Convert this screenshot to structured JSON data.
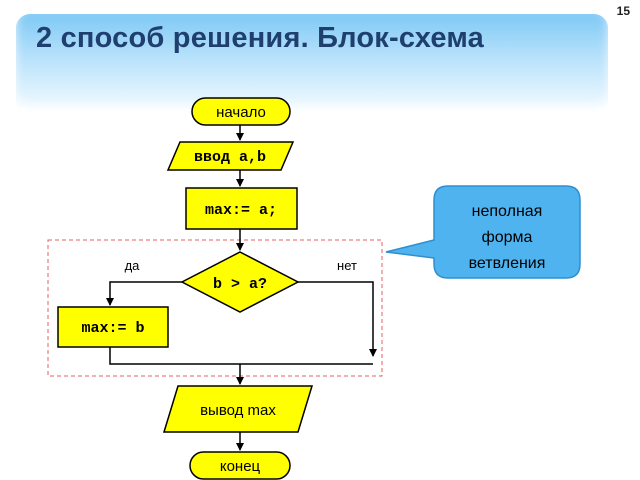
{
  "slide": {
    "page_number": "15",
    "title": "2 способ решения. Блок-схема"
  },
  "flowchart": {
    "start": "начало",
    "input": "ввод a,b",
    "assign_max_a": "max:= a;",
    "condition": "b > a?",
    "yes_label": "да",
    "no_label": "нет",
    "assign_max_b": "max:= b",
    "output": "вывод max",
    "end": "конец"
  },
  "callout": {
    "lines": [
      "неполная",
      "форма",
      "ветвления"
    ]
  },
  "colors": {
    "block_fill": "#ffff00",
    "block_stroke": "#000000",
    "title_color": "#1f3f6e",
    "callout_fill": "#4fb3ef",
    "dashed_frame": "#e06060"
  }
}
